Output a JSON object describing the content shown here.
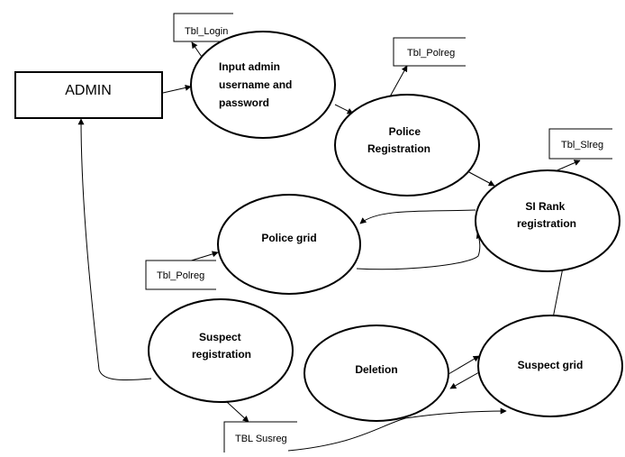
{
  "diagram": {
    "entity": {
      "label": "ADMIN"
    },
    "processes": {
      "input_admin": {
        "lines": [
          "Input admin",
          "username and",
          "password"
        ]
      },
      "police_registration": {
        "lines": [
          "Police",
          "Registration"
        ]
      },
      "si_rank_registration": {
        "lines": [
          "SI Rank",
          "registration"
        ]
      },
      "police_grid": {
        "lines": [
          "Police grid"
        ]
      },
      "suspect_registration": {
        "lines": [
          "Suspect",
          "registration"
        ]
      },
      "deletion": {
        "lines": [
          "Deletion"
        ]
      },
      "suspect_grid": {
        "lines": [
          "Suspect grid"
        ]
      }
    },
    "data_stores": {
      "tbl_login": "Tbl_Login",
      "tbl_polreg_top": "Tbl_Polreg",
      "tbl_slreg": "Tbl_Slreg",
      "tbl_polreg_left": "Tbl_Polreg",
      "tbl_susreg": "TBL  Susreg"
    }
  }
}
